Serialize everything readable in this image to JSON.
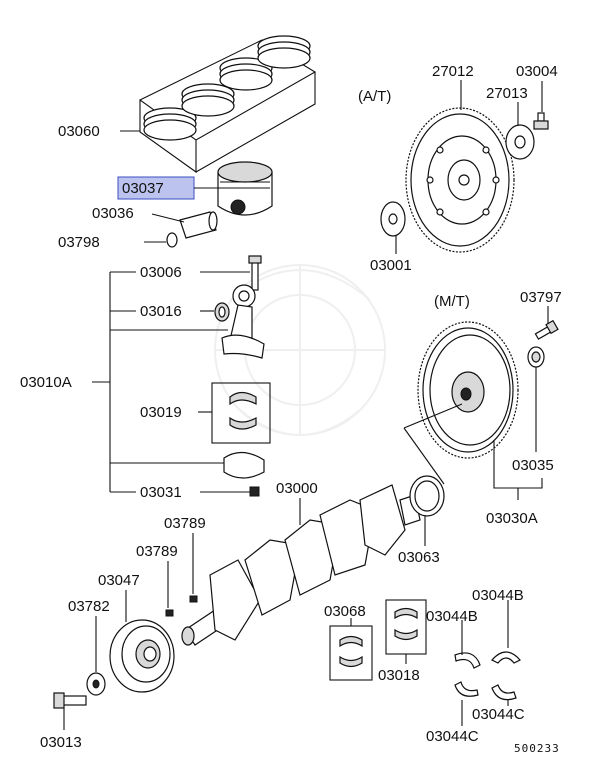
{
  "labels": {
    "p03060": "03060",
    "p03037": "03037",
    "p03036": "03036",
    "p03798": "03798",
    "p03006": "03006",
    "p03016": "03016",
    "p03010A": "03010A",
    "p03019": "03019",
    "p03031": "03031",
    "p03000": "03000",
    "p03789a": "03789",
    "p03789b": "03789",
    "p03047": "03047",
    "p03782": "03782",
    "p03013": "03013",
    "p03063": "03063",
    "p03068": "03068",
    "p03018": "03018",
    "p03044B_top": "03044B",
    "p03044B_left": "03044B",
    "p03044C_right": "03044C",
    "p03044C_bottom": "03044C",
    "p27012": "27012",
    "p03004": "03004",
    "p27013": "27013",
    "p03001": "03001",
    "p03797": "03797",
    "p03035": "03035",
    "p03030A": "03030A",
    "at": "(A/T)",
    "mt": "(M/T)",
    "figure_no": "500233"
  },
  "colors": {
    "highlight": "#bcc3ee",
    "highlight_border": "#3a4fc1"
  }
}
